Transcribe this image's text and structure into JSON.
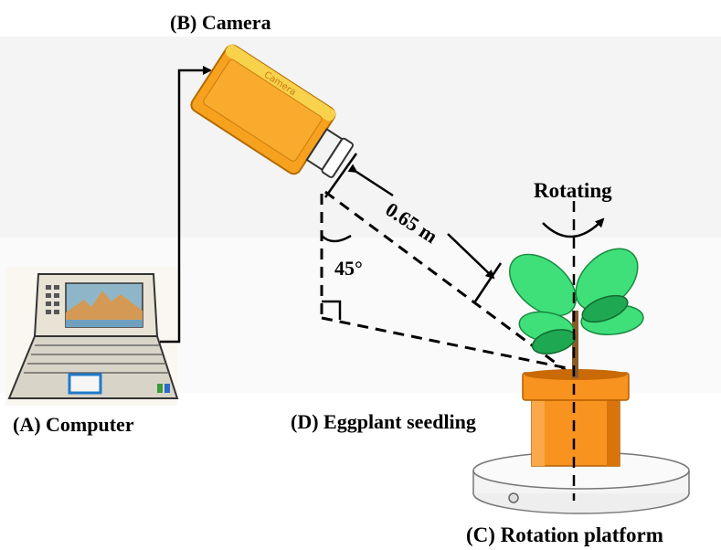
{
  "labels": {
    "camera": "(B) Camera",
    "computer": "(A) Computer",
    "seedling": "(D) Eggplant seedling",
    "platform": "(C) Rotation platform",
    "rotating": "Rotating",
    "angle": "45°",
    "distance": "0.65 m",
    "camera_lettering": "Camera"
  },
  "colors": {
    "camera_body": "#f7a21e",
    "camera_edge": "#f9d24b",
    "pot": "#f7931e",
    "pot_shade": "#d9740c",
    "leaf": "#3fe07a",
    "leaf_dark": "#1ea852",
    "platform": "#eeeeee",
    "lines": "#000000"
  },
  "icons": {
    "computer": "laptop-icon",
    "camera": "camera-icon",
    "plant": "seedling-icon",
    "platform": "turntable-icon"
  }
}
